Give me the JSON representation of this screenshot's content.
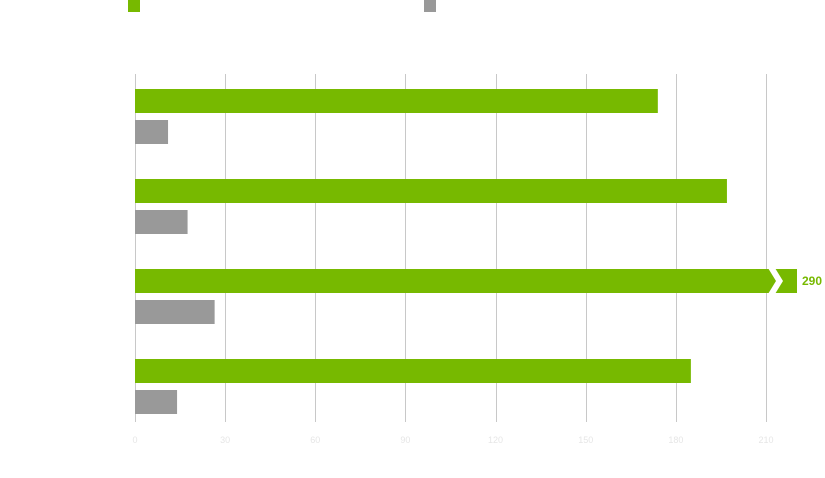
{
  "colors": {
    "primary": "#77b900",
    "secondary": "#999999",
    "grid": "#c8c8c8",
    "tick_text": "#e6e6e6"
  },
  "chart_data": {
    "type": "bar",
    "orientation": "horizontal",
    "title": "",
    "xlabel": "",
    "ylabel": "",
    "xlim": [
      0,
      210
    ],
    "ticks": [
      0,
      30,
      60,
      90,
      120,
      150,
      180,
      210
    ],
    "tick_labels": [
      "0",
      "30",
      "60",
      "90",
      "120",
      "150",
      "180",
      "210"
    ],
    "grid": true,
    "legend": "top-left",
    "series": [
      {
        "color": "#77b900",
        "values": [
          174,
          197,
          290,
          185
        ]
      },
      {
        "color": "#999999",
        "values": [
          11,
          17.5,
          26.5,
          14
        ]
      }
    ],
    "annotations": [
      {
        "series": 0,
        "index": 2,
        "text": "290"
      }
    ]
  }
}
